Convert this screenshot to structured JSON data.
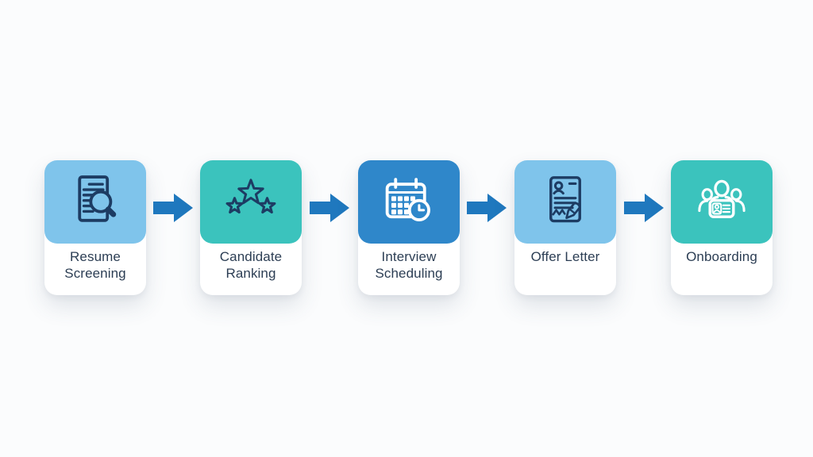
{
  "canvas": {
    "background_color": "#FBFCFD"
  },
  "flow": {
    "type": "process-flow",
    "direction": "left-to-right",
    "arrow_color": "#1F78BE",
    "label_color": "#2C3E54",
    "card_color": "#FFFFFF",
    "steps": [
      {
        "label": "Resume Screening",
        "icon": "document-magnifier-icon",
        "tile_color": "#7FC4EB",
        "icon_color": "#1D3C63"
      },
      {
        "label": "Candidate Ranking",
        "icon": "three-stars-icon",
        "tile_color": "#3BC3BD",
        "icon_color": "#1D3C63"
      },
      {
        "label": "Interview Scheduling",
        "icon": "calendar-clock-icon",
        "tile_color": "#2F87CA",
        "icon_color": "#FFFFFF"
      },
      {
        "label": "Offer Letter",
        "icon": "signed-document-icon",
        "tile_color": "#7FC4EB",
        "icon_color": "#1D3C63"
      },
      {
        "label": "Onboarding",
        "icon": "team-id-badge-icon",
        "tile_color": "#3BC3BD",
        "icon_color": "#FFFFFF"
      }
    ]
  }
}
